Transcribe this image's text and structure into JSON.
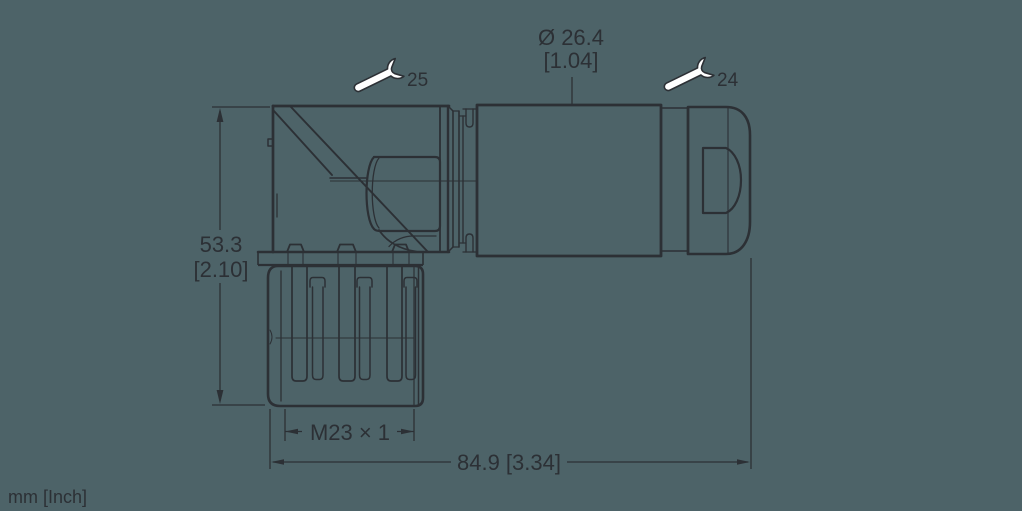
{
  "colors": {
    "background": "#4d6368",
    "line": "#2c3035",
    "wrench_fill": "#ffffff"
  },
  "annotations": {
    "diameter": {
      "mm": "Ø 26.4",
      "inch": "[1.04]"
    },
    "height": {
      "mm": "53.3",
      "inch": "[2.10]"
    },
    "overall_length": "84.9 [3.34]",
    "thread": "M23 × 1",
    "wrench_size_left": "25",
    "wrench_size_right": "24",
    "units_note": "mm [Inch]"
  }
}
